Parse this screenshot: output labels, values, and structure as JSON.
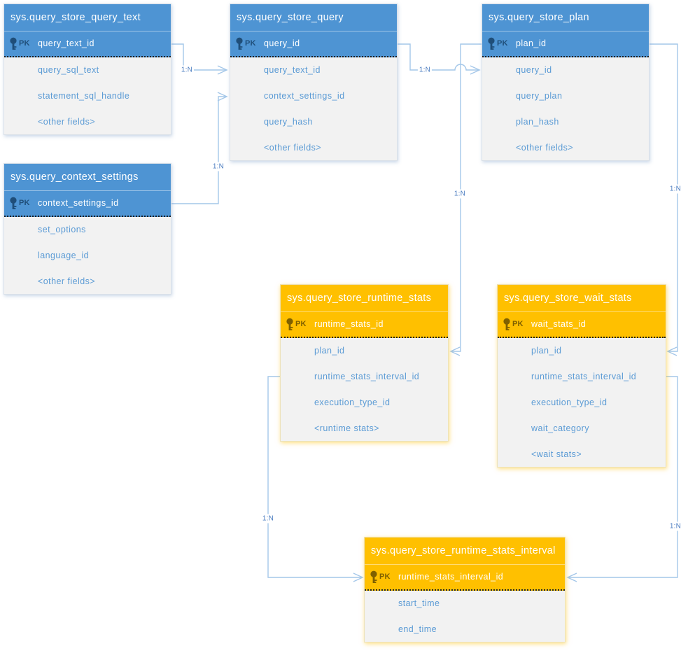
{
  "diagram": {
    "tables": [
      {
        "id": "query_text",
        "theme": "blue",
        "title": "sys.query_store_query_text",
        "pk": {
          "label": "PK",
          "field": "query_text_id"
        },
        "fields": [
          "query_sql_text",
          "statement_sql_handle",
          "<other fields>"
        ]
      },
      {
        "id": "query",
        "theme": "blue",
        "title": "sys.query_store_query",
        "pk": {
          "label": "PK",
          "field": "query_id"
        },
        "fields": [
          "query_text_id",
          "context_settings_id",
          "query_hash",
          "<other fields>"
        ]
      },
      {
        "id": "plan",
        "theme": "blue",
        "title": "sys.query_store_plan",
        "pk": {
          "label": "PK",
          "field": "plan_id"
        },
        "fields": [
          "query_id",
          "query_plan",
          "plan_hash",
          "<other fields>"
        ]
      },
      {
        "id": "context_settings",
        "theme": "blue",
        "title": "sys.query_context_settings",
        "pk": {
          "label": "PK",
          "field": "context_settings_id"
        },
        "fields": [
          "set_options",
          "language_id",
          "<other fields>"
        ]
      },
      {
        "id": "runtime_stats",
        "theme": "orange",
        "title": "sys.query_store_runtime_stats",
        "pk": {
          "label": "PK",
          "field": "runtime_stats_id"
        },
        "fields": [
          "plan_id",
          "runtime_stats_interval_id",
          "execution_type_id",
          "<runtime stats>"
        ]
      },
      {
        "id": "wait_stats",
        "theme": "orange",
        "title": "sys.query_store_wait_stats",
        "pk": {
          "label": "PK",
          "field": "wait_stats_id"
        },
        "fields": [
          "plan_id",
          "runtime_stats_interval_id",
          "execution_type_id",
          "wait_category",
          "<wait stats>"
        ]
      },
      {
        "id": "interval",
        "theme": "orange",
        "title": "sys.query_store_runtime_stats_interval",
        "pk": {
          "label": "PK",
          "field": "runtime_stats_interval_id"
        },
        "fields": [
          "start_time",
          "end_time"
        ]
      }
    ],
    "relationships": [
      {
        "label": "1:N",
        "from": "sys.query_store_query_text.query_text_id",
        "to": "sys.query_store_query.query_text_id"
      },
      {
        "label": "1:N",
        "from": "sys.query_context_settings.context_settings_id",
        "to": "sys.query_store_query.context_settings_id"
      },
      {
        "label": "1:N",
        "from": "sys.query_store_query.query_id",
        "to": "sys.query_store_plan.query_id"
      },
      {
        "label": "1:N",
        "from": "sys.query_store_plan.plan_id",
        "to": "sys.query_store_runtime_stats.plan_id"
      },
      {
        "label": "1:N",
        "from": "sys.query_store_plan.plan_id",
        "to": "sys.query_store_wait_stats.plan_id"
      },
      {
        "label": "1:N",
        "from": "sys.query_store_runtime_stats.runtime_stats_interval_id",
        "to": "sys.query_store_runtime_stats_interval.runtime_stats_interval_id"
      },
      {
        "label": "1:N",
        "from": "sys.query_store_wait_stats.runtime_stats_interval_id",
        "to": "sys.query_store_runtime_stats_interval.runtime_stats_interval_id"
      }
    ],
    "colors": {
      "blue_header": "#4E94D3",
      "orange_header": "#FFC000",
      "blue_pk_icon": "#1F4E79",
      "orange_pk_icon": "#7F6000",
      "field_text": "#5B9BD5",
      "body_background": "#F2F2F2",
      "connector": "#A4C7E9",
      "relationship_label": "#4A7CC0"
    },
    "icons": [
      {
        "name": "primary-key-icon",
        "glyph": "key"
      }
    ]
  }
}
